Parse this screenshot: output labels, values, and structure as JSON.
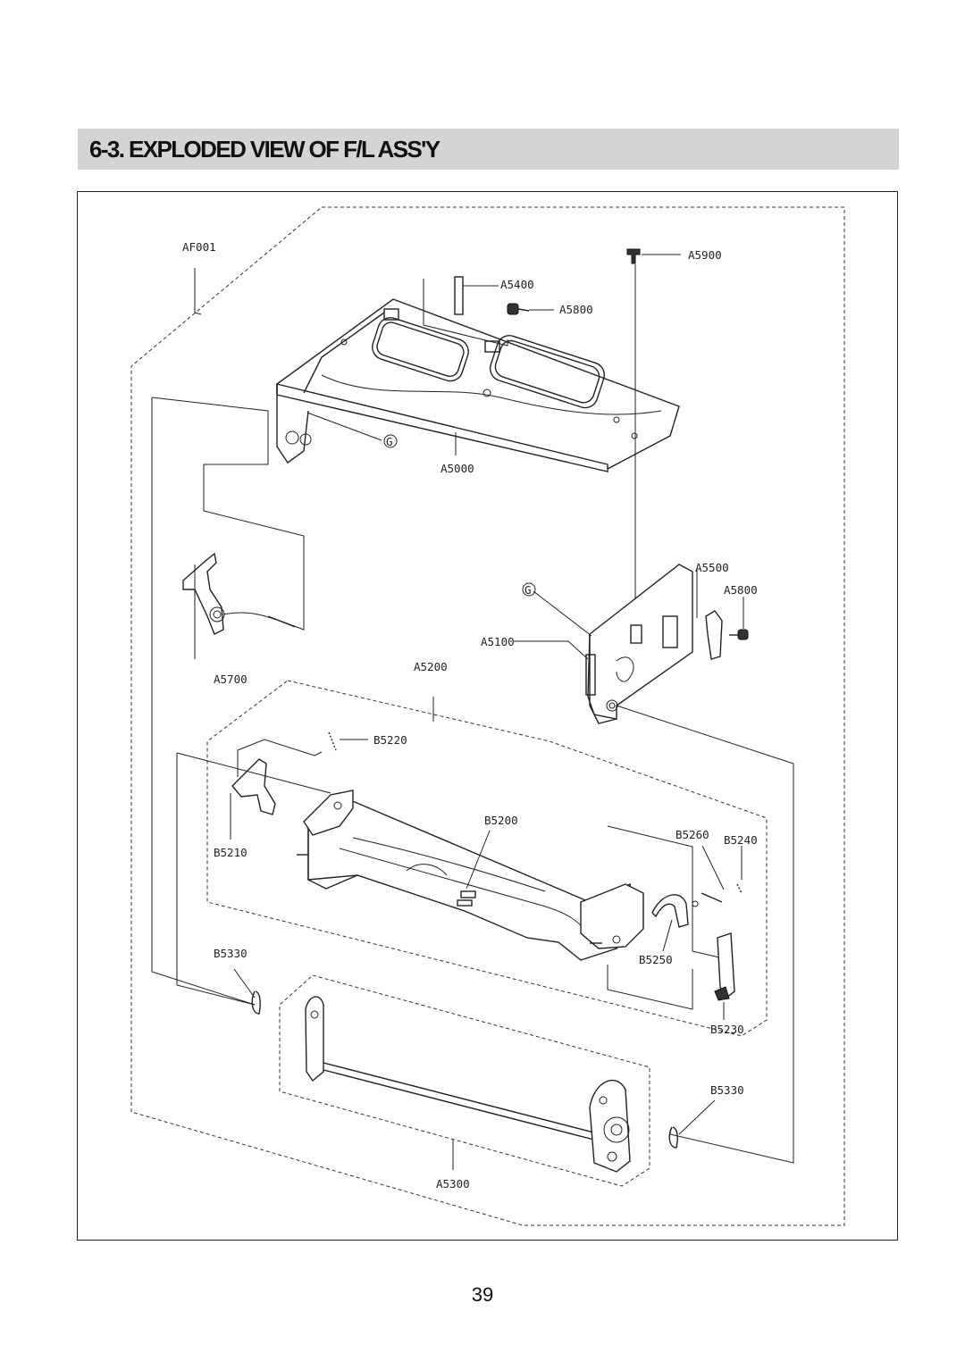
{
  "header": {
    "title": "6-3. EXPLODED VIEW OF F/L ASS'Y"
  },
  "diagram": {
    "labels": {
      "AF001": "AF001",
      "A5900": "A5900",
      "A5400": "A5400",
      "A5800_top": "A5800",
      "G_top": "G",
      "A5000": "A5000",
      "A5500": "A5500",
      "G_mid": "G",
      "A5800_mid": "A5800",
      "A5100": "A5100",
      "A5700": "A5700",
      "A5200": "A5200",
      "B5220": "B5220",
      "B5200": "B5200",
      "B5260": "B5260",
      "B5240": "B5240",
      "B5210": "B5210",
      "B5330_left": "B5330",
      "B5250": "B5250",
      "B5230": "B5230",
      "B5330_right": "B5330",
      "A5300": "A5300"
    }
  },
  "footer": {
    "page_number": "39"
  }
}
